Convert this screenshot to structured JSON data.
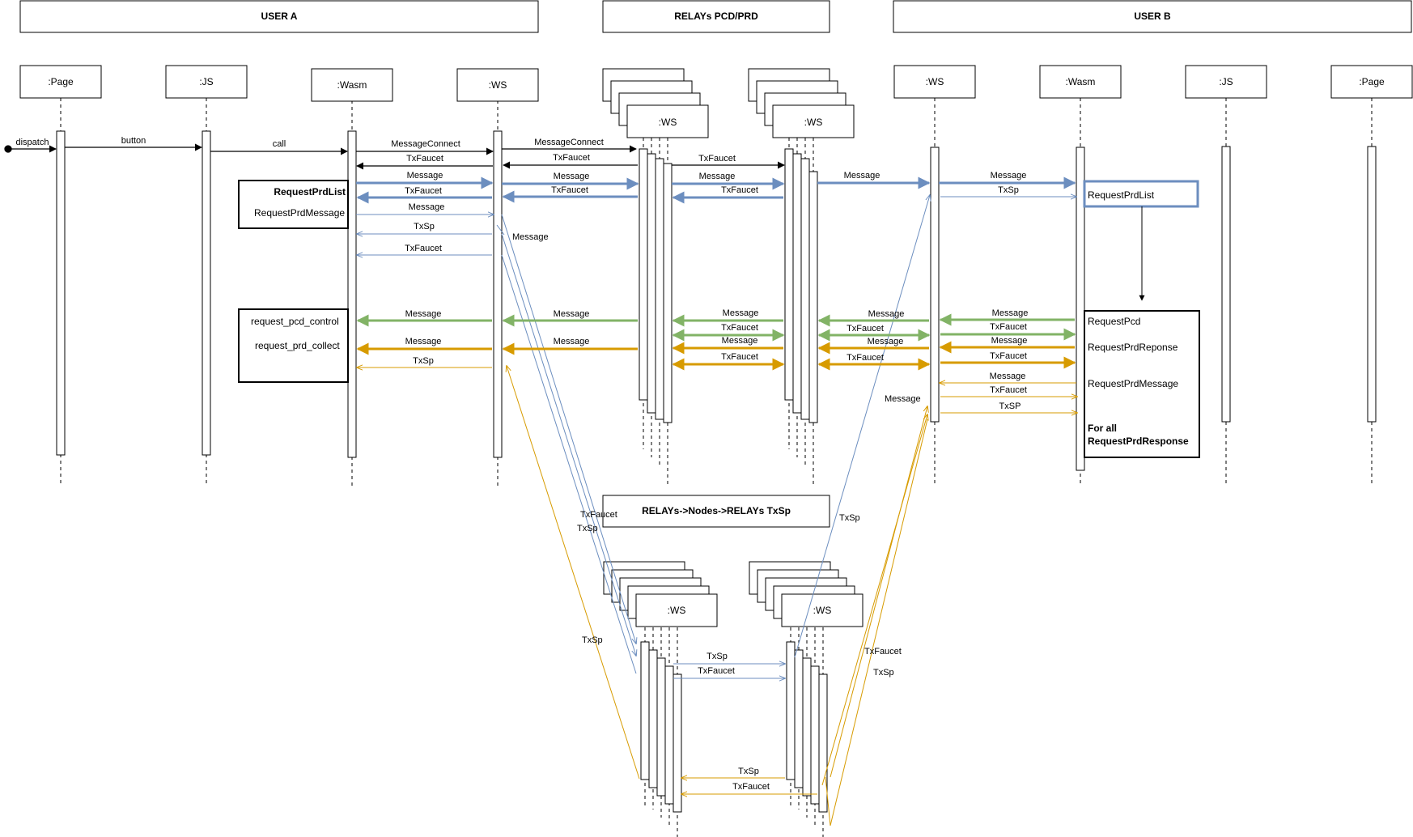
{
  "colors": {
    "black": "#000000",
    "blue": "#6c8ebf",
    "green": "#82b366",
    "orange": "#d79b00",
    "white": "#ffffff"
  },
  "groups": {
    "user_a": "USER A",
    "relays": "RELAYs PCD/PRD",
    "user_b": "USER B",
    "relays_nodes": "RELAYs->Nodes->RELAYs TxSp"
  },
  "participants": {
    "page_a": ":Page",
    "js_a": ":JS",
    "wasm_a": ":Wasm",
    "ws_a": ":WS",
    "relay1": ":WS",
    "relay2": ":WS",
    "ws_b": ":WS",
    "wasm_b": ":Wasm",
    "js_b": ":JS",
    "page_b": ":Page",
    "node1": ":WS",
    "node2": ":WS"
  },
  "notes": {
    "a_prd": [
      "RequestPrdList",
      "RequestPrdMessage"
    ],
    "a_pcd": [
      "request_pcd_control",
      "request_prd_collect"
    ],
    "b_prd": "RequestPrdList",
    "b_resp": [
      "RequestPcd",
      "RequestPrdReponse",
      "RequestPrdMessage",
      "For all",
      "RequestPrdResponse"
    ]
  },
  "labels": {
    "dispatch": "dispatch",
    "button": "button",
    "call": "call",
    "message_connect": "MessageConnect",
    "tx_faucet": "TxFaucet",
    "message": "Message",
    "tx_sp": "TxSp",
    "tx_sp_caps": "TxSP"
  }
}
